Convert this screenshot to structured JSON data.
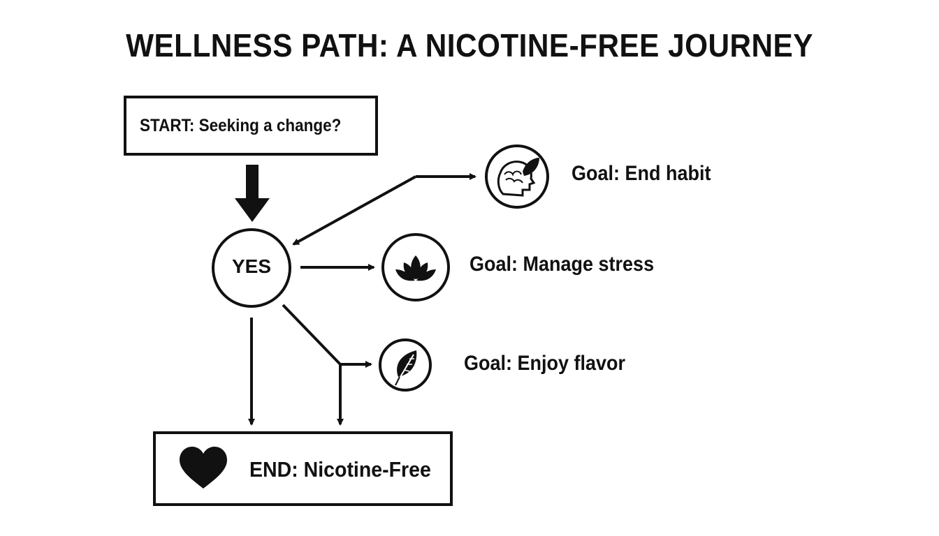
{
  "diagram": {
    "title": "WELLNESS PATH: A NICOTINE-FREE JOURNEY",
    "start": {
      "label": "START: Seeking a change?"
    },
    "decision": {
      "label": "YES"
    },
    "goals": [
      {
        "label": "Goal: End habit",
        "icon": "brain-leaf-icon"
      },
      {
        "label": "Goal: Manage stress",
        "icon": "lotus-icon"
      },
      {
        "label": "Goal: Enjoy flavor",
        "icon": "leaf-icon"
      }
    ],
    "end": {
      "label": "END: Nicotine-Free",
      "icon": "heart-icon"
    }
  }
}
